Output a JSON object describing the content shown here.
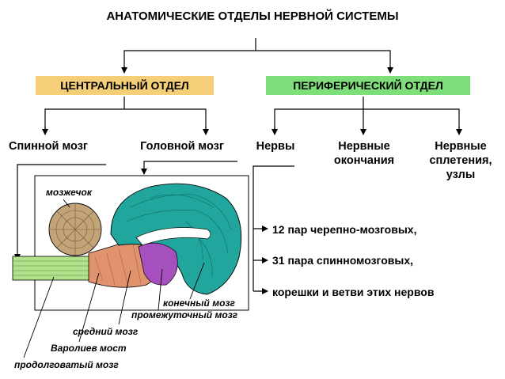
{
  "title": "АНАТОМИЧЕСКИЕ ОТДЕЛЫ НЕРВНОЙ СИСТЕМЫ",
  "colors": {
    "central_box": "#f5cf78",
    "peripheral_box": "#7ede7a",
    "cerebrum": "#21a69e",
    "cerebellum": "#c2a478",
    "brainstem": "#e0936d",
    "spinal_cord": "#b3e08a",
    "midbrain": "#a64fbe"
  },
  "central": {
    "label": "ЦЕНТРАЛЬНЫЙ ОТДЕЛ",
    "children": [
      "Спинной мозг",
      "Головной мозг"
    ]
  },
  "peripheral": {
    "label": "ПЕРИФЕРИЧЕСКИЙ ОТДЕЛ",
    "children": [
      "Нервы",
      "Нервные окончания",
      "Нервные сплетения, узлы"
    ]
  },
  "nerves_list": [
    "12 пар черепно-мозговых,",
    "31 пара спинномозговых,",
    "корешки и ветви этих нервов"
  ],
  "brain_labels": {
    "cerebellum": "мозжечок",
    "telencephalon": "конечный мозг",
    "diencephalon": "промежуточный мозг",
    "midbrain": "средний мозг",
    "pons": "Варолиев мост",
    "medulla": "продолговатый мозг"
  }
}
